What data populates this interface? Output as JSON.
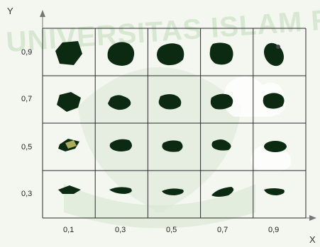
{
  "axes": {
    "x_title": "X",
    "y_title": "Y",
    "x_ticks": [
      "0,1",
      "0,3",
      "0,5",
      "0,7",
      "0,9"
    ],
    "y_ticks": [
      "0,9",
      "0,7",
      "0,5",
      "0,3"
    ]
  },
  "watermark": {
    "text": "UNIVERSITAS ISLAM RIAU",
    "color": "#cfe2c8"
  },
  "colors": {
    "background": "#f3f7f0",
    "grid": "#2a2a2a",
    "shape_fill": "#0c2a12",
    "highlight": "#f0e27a"
  },
  "grid": {
    "rows": 4,
    "cols": 5
  }
}
